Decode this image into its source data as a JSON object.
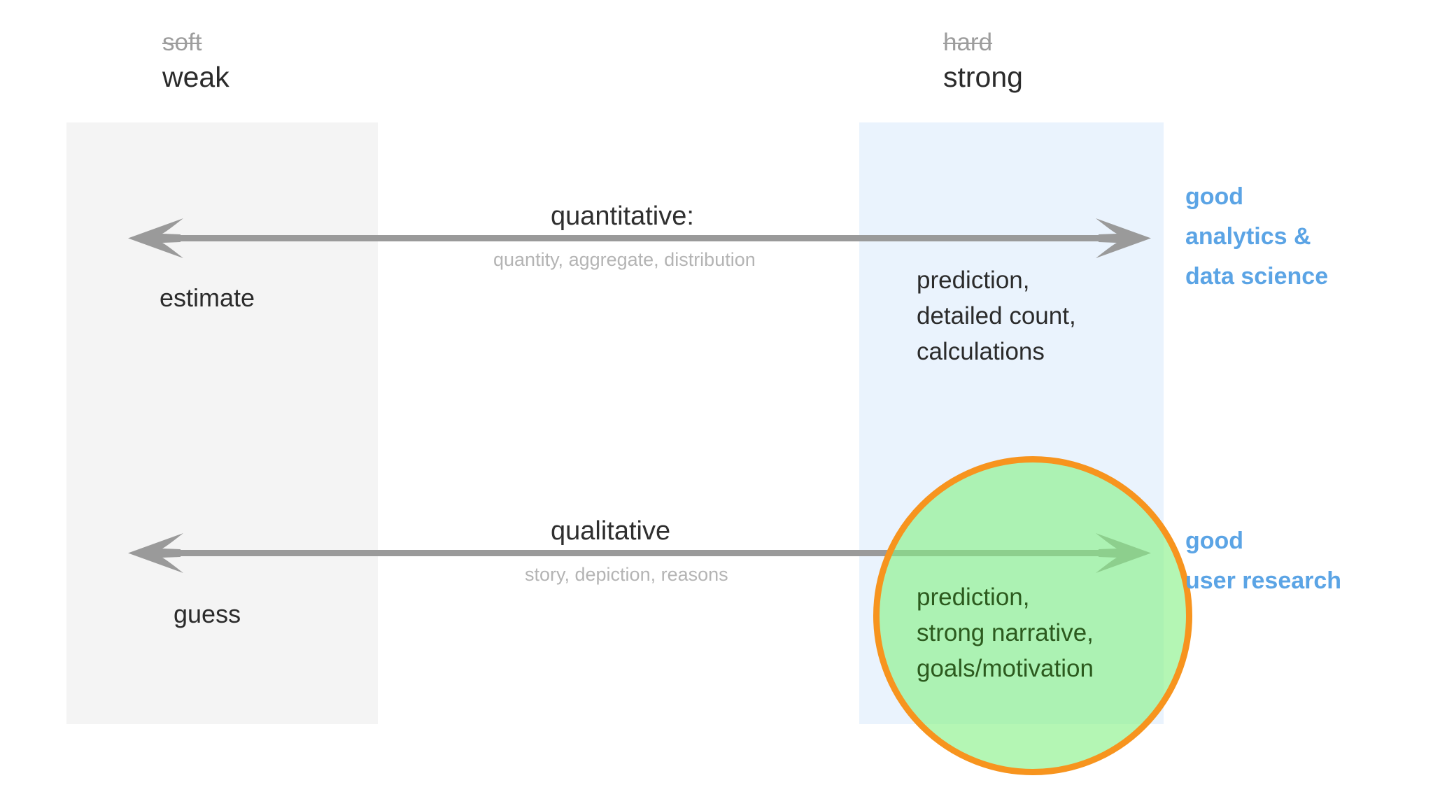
{
  "diagram": {
    "title": "weak vs strong research spectrum",
    "colors": {
      "band_weak": "#f4f4f4",
      "band_strong": "#eaf3fd",
      "arrow": "#9a9a9a",
      "accent_blue": "#5ba4e5",
      "highlight_ring": "#f7941e",
      "highlight_fill": "#86f086",
      "text_dark": "#2b2b2b",
      "text_muted": "#b4b4b4",
      "text_green": "#2c5a1e"
    }
  },
  "headers": {
    "left": {
      "struck": "soft",
      "main": "weak"
    },
    "right": {
      "struck": "hard",
      "main": "strong"
    }
  },
  "rows": [
    {
      "id": "quantitative",
      "caption_main": "quantitative:",
      "caption_sub": "quantity, aggregate, distribution",
      "left_label": "estimate",
      "detail_lines": [
        "prediction,",
        "detailed count,",
        "calculations"
      ],
      "outcome_lines": [
        "good",
        "analytics &",
        "data science"
      ],
      "highlighted": false
    },
    {
      "id": "qualitative",
      "caption_main": "qualitative",
      "caption_sub": "story, depiction, reasons",
      "left_label": "guess",
      "detail_lines": [
        "prediction,",
        "strong narrative,",
        "goals/motivation"
      ],
      "outcome_lines": [
        "good",
        "user research"
      ],
      "highlighted": true
    }
  ]
}
